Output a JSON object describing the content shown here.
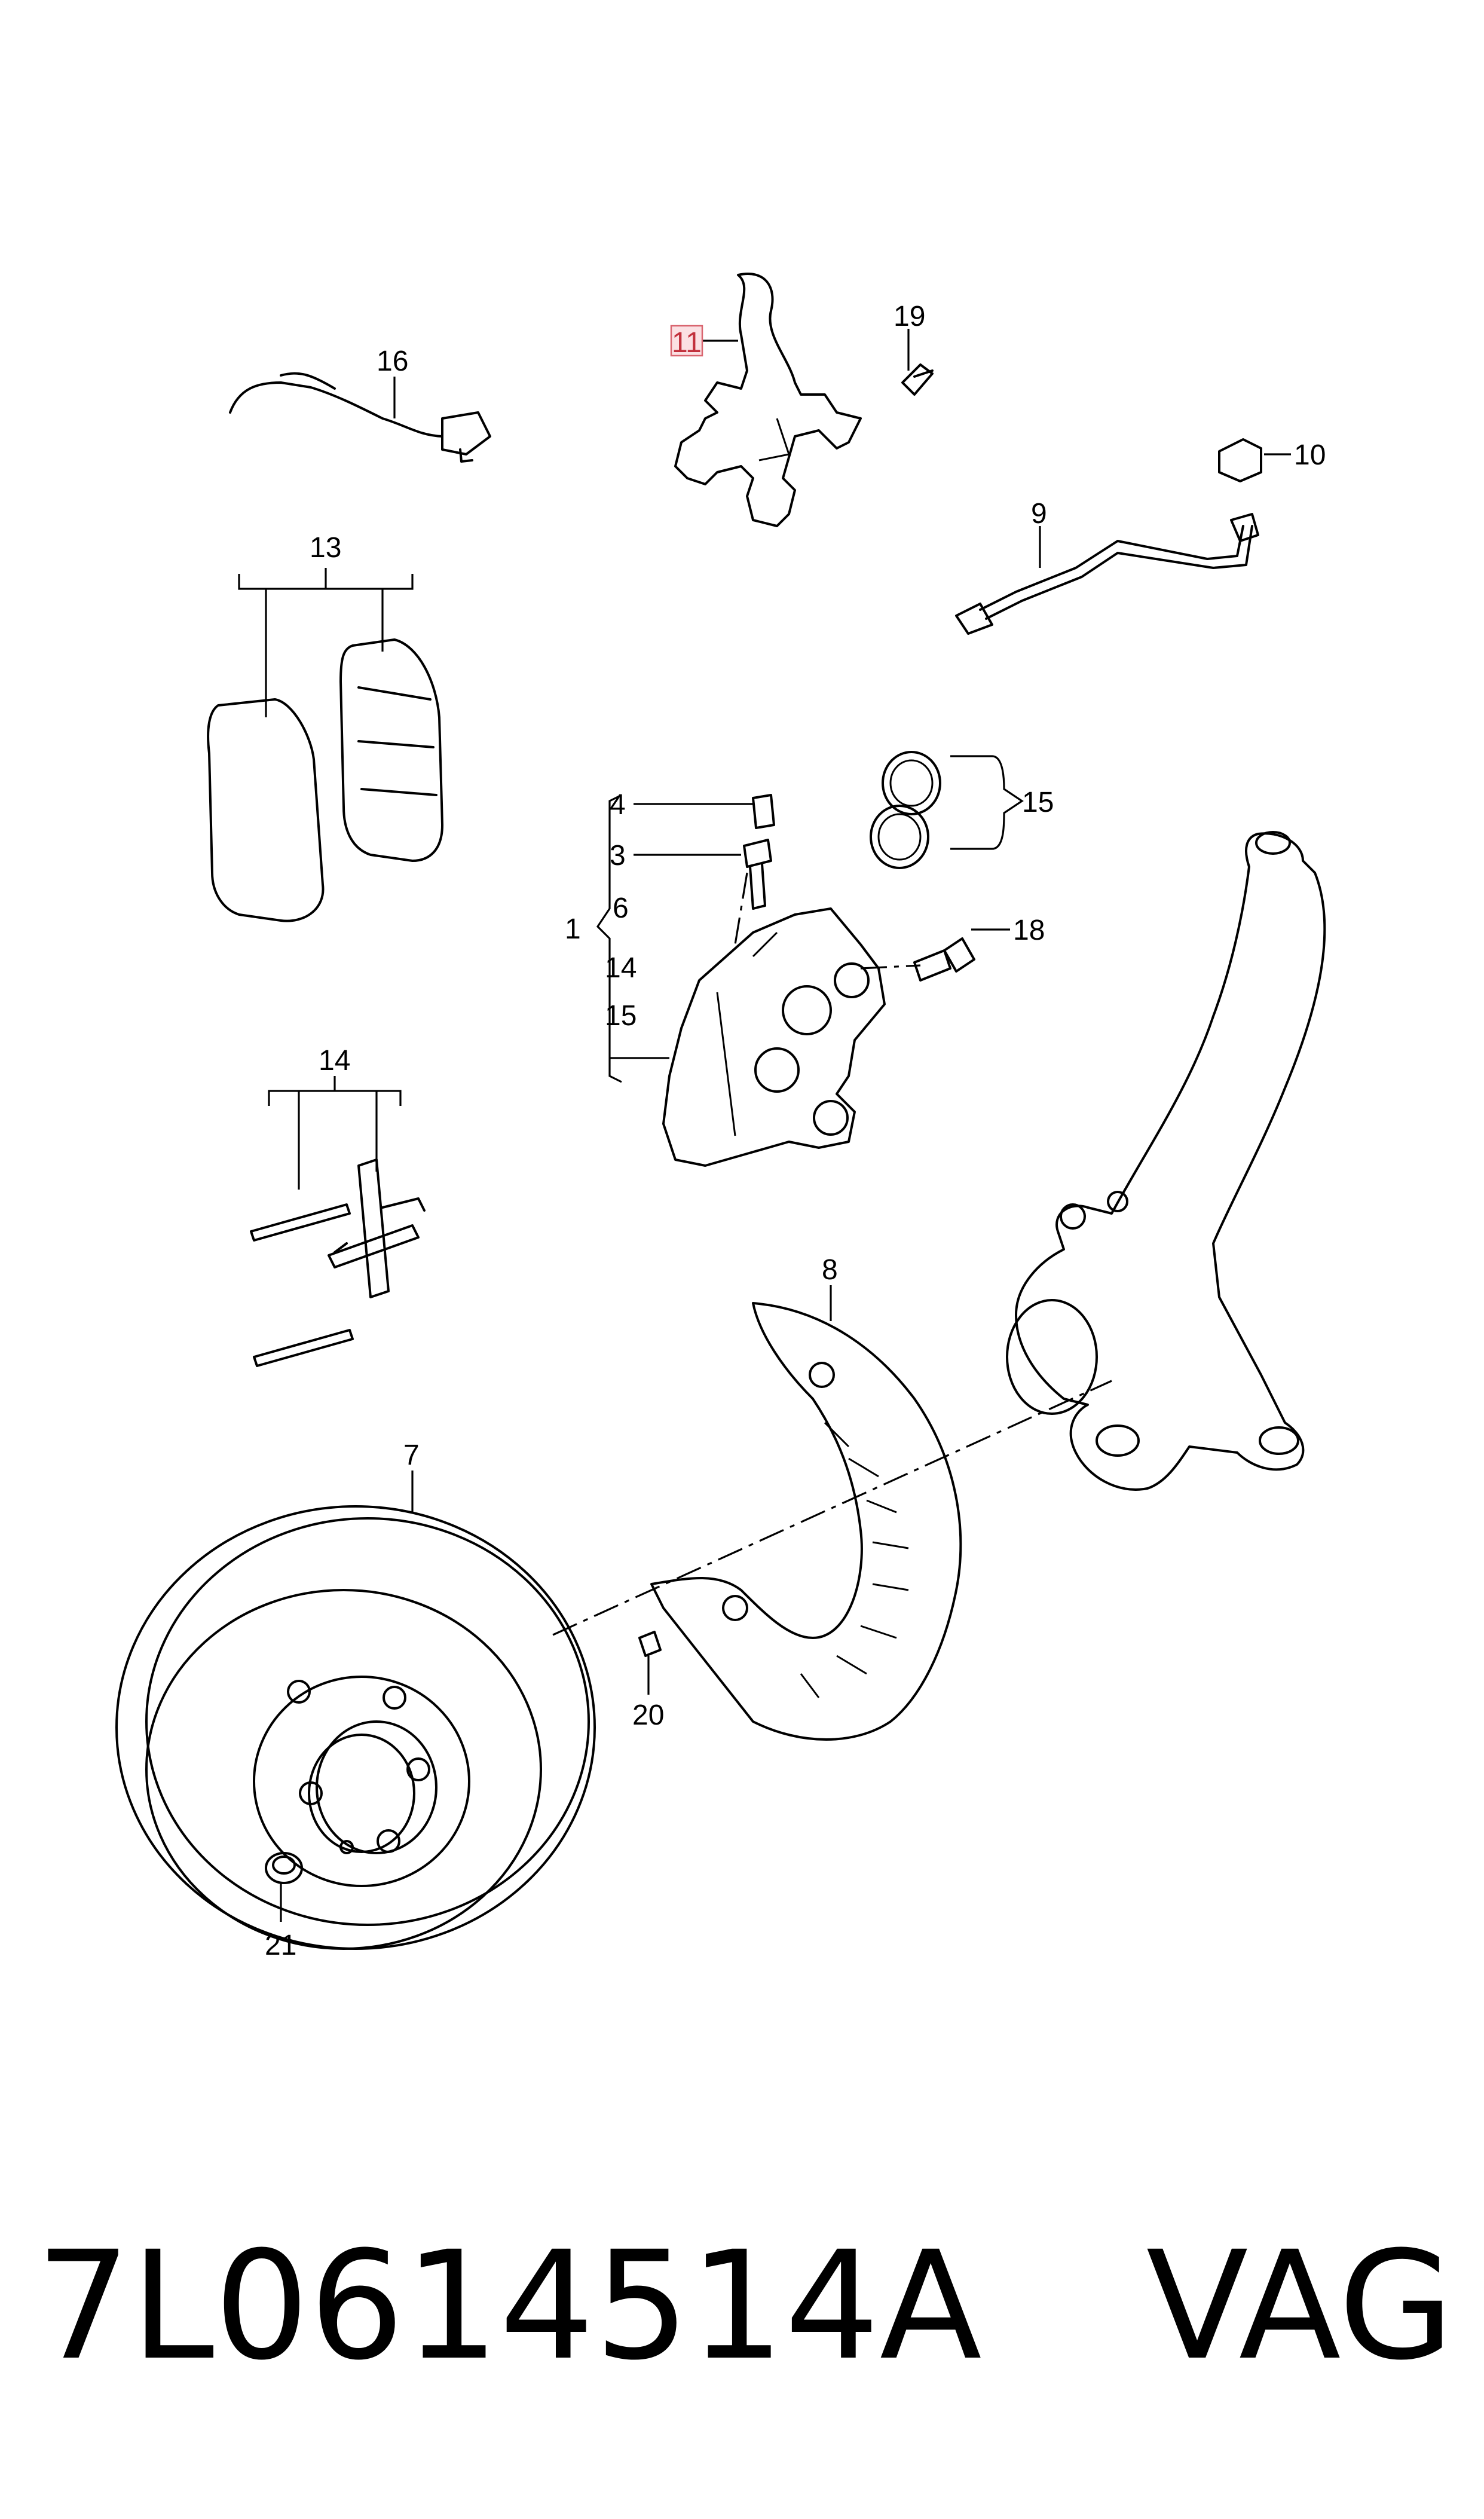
{
  "diagram": {
    "callouts": {
      "c1": "1",
      "c3": "3",
      "c4": "4",
      "c6": "6",
      "c7": "7",
      "c8": "8",
      "c9": "9",
      "c10": "10",
      "c11": "11",
      "c13": "13",
      "c14a": "14",
      "c14b": "14",
      "c15a": "15",
      "c15b": "15",
      "c16": "16",
      "c18": "18",
      "c19": "19",
      "c20": "20",
      "c21": "21"
    },
    "highlighted_callout": "11",
    "highlight_color": "#d9656f"
  },
  "footer": {
    "part_number": "7L0614514A",
    "brand": "VAG"
  }
}
